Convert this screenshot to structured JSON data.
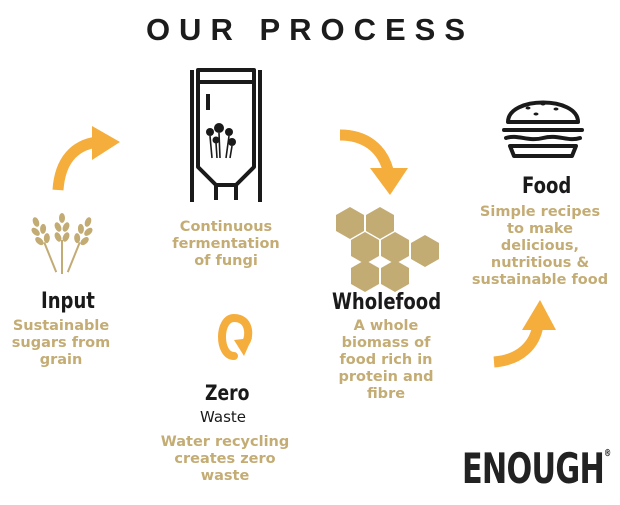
{
  "title": "OUR PROCESS",
  "steps": {
    "fermentation": {
      "lines": [
        "Continuous",
        "fermentation",
        "of fungi"
      ]
    },
    "input": {
      "heading": "Input",
      "lines": [
        "Sustainable",
        "sugars from",
        "grain"
      ]
    },
    "zero_waste": {
      "heading": "Zero",
      "subheading": "Waste",
      "lines": [
        "Water recycling",
        "creates zero",
        "waste"
      ]
    },
    "wholefood": {
      "heading": "Wholefood",
      "lines": [
        "A whole",
        "biomass of",
        "food rich in",
        "protein and",
        "fibre"
      ]
    },
    "food": {
      "heading": "Food",
      "lines": [
        "Simple recipes",
        "to make",
        "delicious,",
        "nutritious &",
        "sustainable food"
      ]
    }
  },
  "logo": {
    "text": "ENOUGH",
    "mark": "®"
  },
  "icons": [
    "grain-icon",
    "fermenter-tank-icon",
    "honeycomb-icon",
    "burger-icon",
    "recycle-icon",
    "arrow-icon"
  ],
  "colors": {
    "accent_orange": "#f5ad3c",
    "desc_gold": "#c4ac75",
    "honeycomb_gold": "#c3ab74",
    "ink": "#1c1c1c"
  }
}
